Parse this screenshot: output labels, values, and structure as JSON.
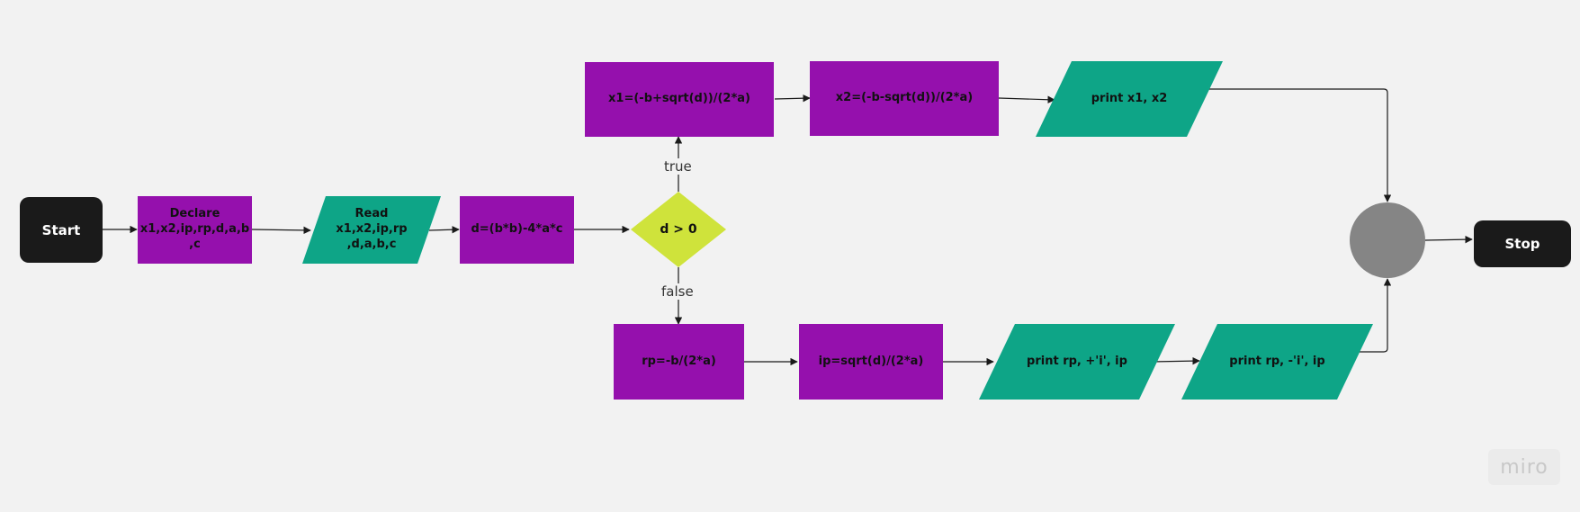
{
  "colors": {
    "background": "#f2f2f2",
    "terminal": "#1a1a1a",
    "process": "#9510ad",
    "io": "#0ea587",
    "decision": "#cfe33b",
    "junction": "#858585",
    "connector": "#1a1a1a"
  },
  "nodes": {
    "start": "Start",
    "declare": "Declare x1,x2,ip,rp,d,a,b ,c",
    "read": "Read x1,x2,ip,rp ,d,a,b,c",
    "compute_d": "d=(b*b)-4*a*c",
    "decision": "d > 0",
    "x1": "x1=(-b+sqrt(d))/(2*a)",
    "x2": "x2=(-b-sqrt(d))/(2*a)",
    "print_x": "print x1, x2",
    "rp": "rp=-b/(2*a)",
    "ip": "ip=sqrt(d)/(2*a)",
    "print_plus": "print rp, +'i', ip",
    "print_minus": "print rp, -'i', ip",
    "stop": "Stop"
  },
  "edge_labels": {
    "true": "true",
    "false": "false"
  },
  "watermark": "miro"
}
